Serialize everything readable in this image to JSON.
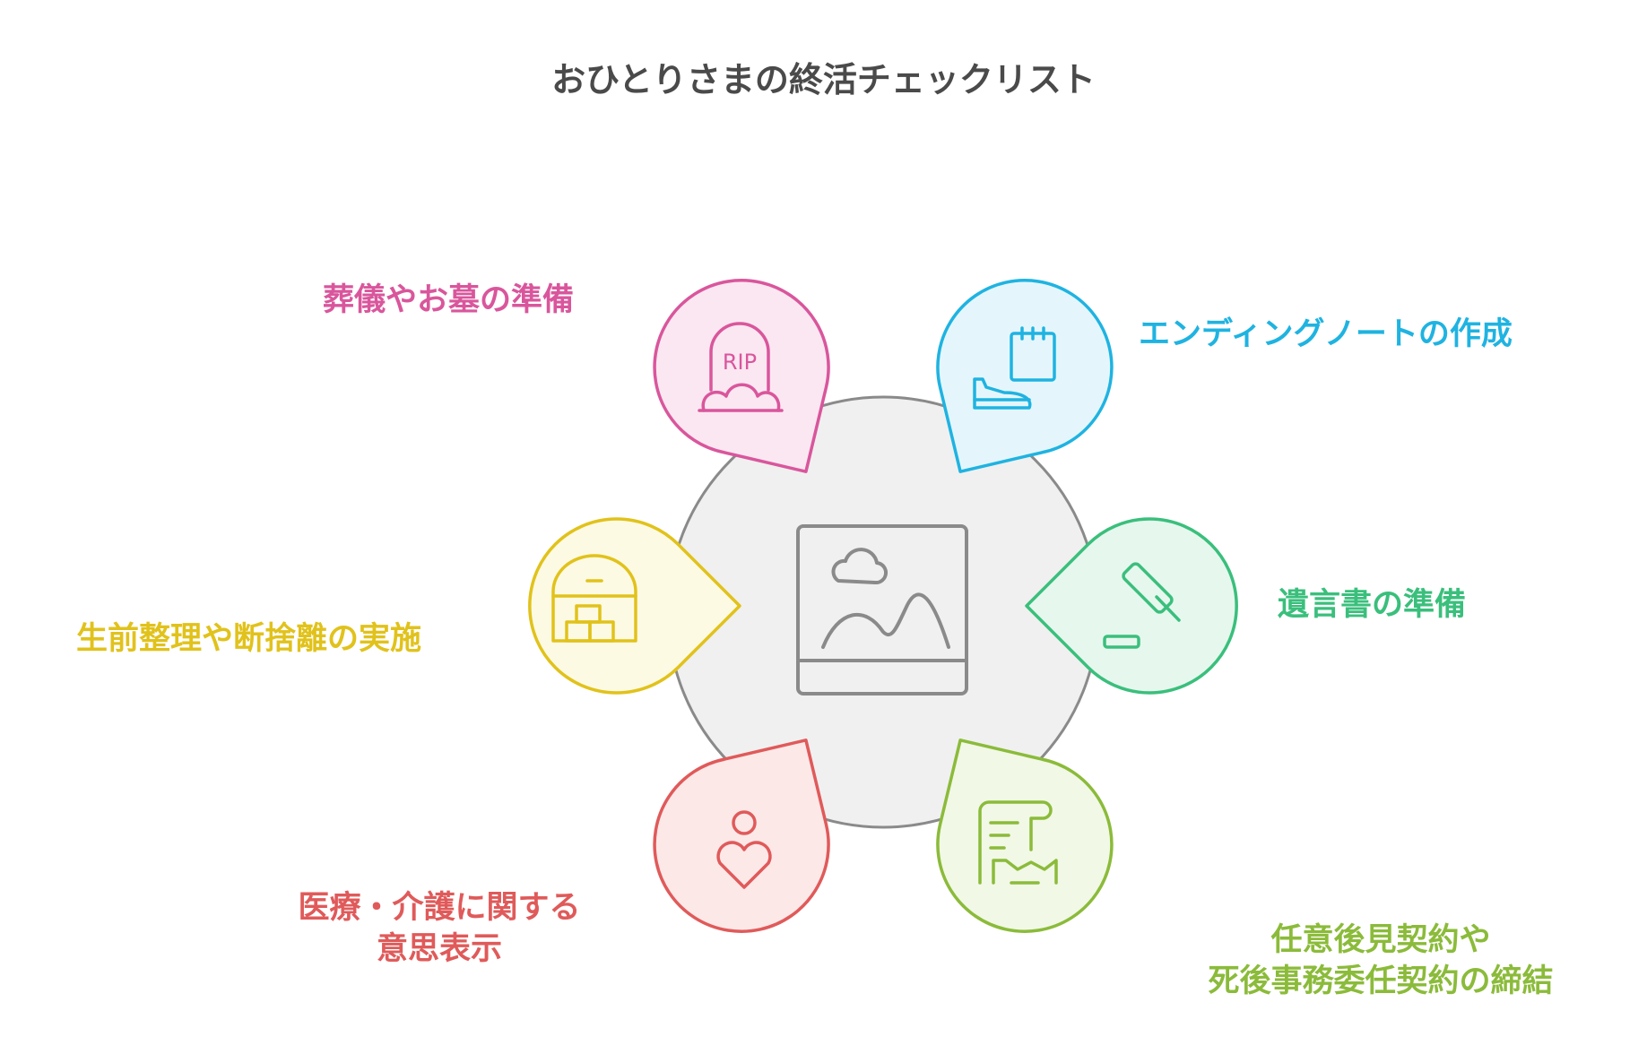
{
  "title": "おひとりさまの終活チェックリスト",
  "center": {
    "icon": "image-placeholder-icon"
  },
  "items": [
    {
      "id": "funeral",
      "lines": [
        "葬儀やお墓の準備"
      ],
      "icon": "rip-gravestone-icon",
      "color": "#d9569c",
      "fill": "#fbe7f2"
    },
    {
      "id": "note",
      "lines": [
        "エンディングノートの作成"
      ],
      "icon": "notepad-shoe-icon",
      "color": "#1fb3e1",
      "fill": "#e4f6fc"
    },
    {
      "id": "will",
      "lines": [
        "遺言書の準備"
      ],
      "icon": "gavel-icon",
      "color": "#3abf7c",
      "fill": "#e6f7ee"
    },
    {
      "id": "tidy",
      "lines": [
        "生前整理や断捨離の実施"
      ],
      "icon": "warehouse-boxes-icon",
      "color": "#e1c21b",
      "fill": "#fdfae3"
    },
    {
      "id": "medical",
      "lines": [
        "医療・介護に関する",
        "意思表示"
      ],
      "icon": "person-heart-icon",
      "color": "#e05a5a",
      "fill": "#fde8e8"
    },
    {
      "id": "contract",
      "lines": [
        "任意後見契約や",
        "死後事務委任契約の締結"
      ],
      "icon": "contract-handshake-icon",
      "color": "#8bbb3a",
      "fill": "#f1f8e6"
    }
  ]
}
